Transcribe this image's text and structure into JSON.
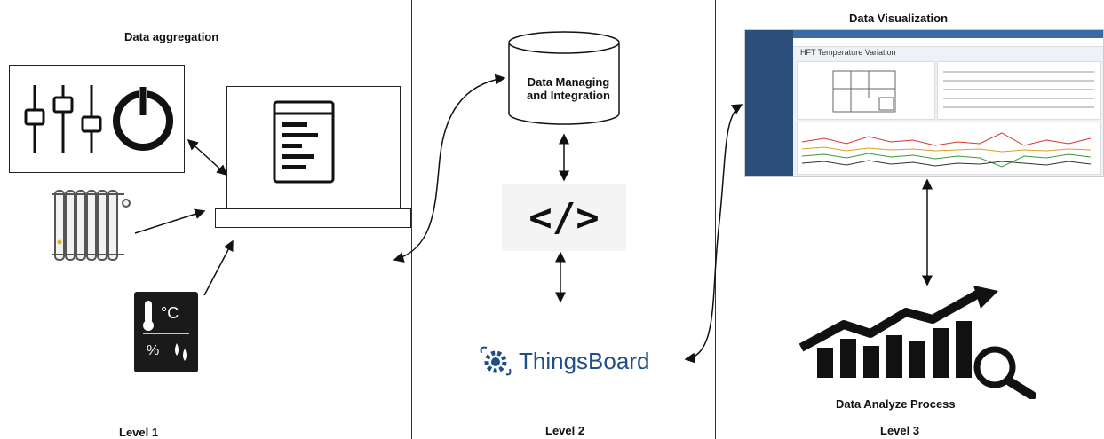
{
  "sections": {
    "aggregation_title": "Data aggregation",
    "visualization_title": "Data Visualization",
    "managing_label": "Data Managing and Integration",
    "managing_line1": "Data Managing",
    "managing_line2": "and Integration",
    "code_glyph": "</>",
    "thingsboard_label": "ThingsBoard",
    "analyze_label": "Data Analyze Process",
    "sensor_temp": "°C",
    "sensor_humidity": "%",
    "dashboard_title": "HFT Temperature Variation"
  },
  "levels": [
    "Level 1",
    "Level 2",
    "Level 3"
  ],
  "icons": {
    "controls": "sliders-power-icon",
    "radiator": "radiator-icon",
    "sensor": "thermometer-humidity-sensor-icon",
    "database": "database-cylinder-icon",
    "code": "code-brackets-icon",
    "thingsboard": "thingsboard-logo-icon",
    "analyze": "chart-magnifier-icon",
    "gateway": "gateway-document-icon"
  },
  "colors": {
    "thingsboard_blue": "#1f4e8c",
    "dashboard_nav": "#2b4e7a"
  }
}
